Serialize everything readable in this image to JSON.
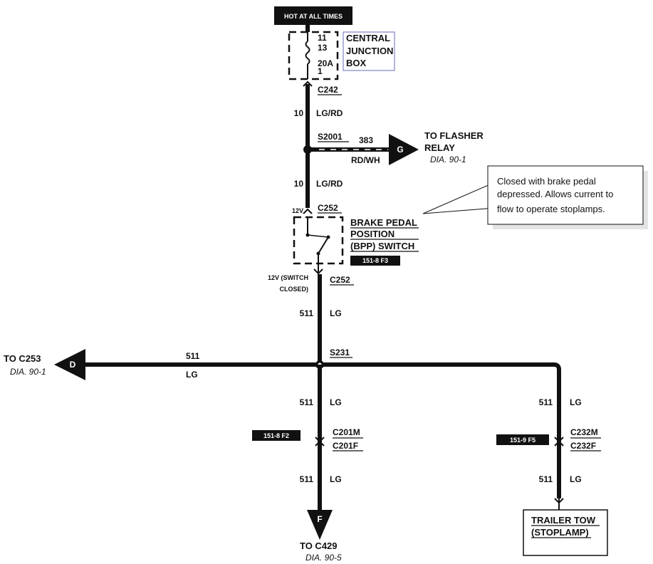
{
  "power": {
    "label": "HOT AT ALL TIMES"
  },
  "junction_box": {
    "pin_top": "11",
    "pin_13": "13",
    "fuse": "20A",
    "pin_1": "1",
    "name_line1": "CENTRAL",
    "name_line2": "JUNCTION",
    "name_line3": "BOX"
  },
  "wires": {
    "c242": "C242",
    "w1_num": "10",
    "w1_color": "LG/RD",
    "s2001": "S2001",
    "flasher_num": "383",
    "flasher_color": "RD/WH",
    "flasher_conn": "G",
    "flasher_to_line1": "TO FLASHER",
    "flasher_to_line2": "RELAY",
    "flasher_dia": "DIA.  90-1",
    "w2_num": "10",
    "w2_color": "LG/RD",
    "v12_top": "12V",
    "c252_top": "C252",
    "v12_switch_line1": "12V (SWITCH",
    "v12_switch_line2": "CLOSED)",
    "c252_bottom": "C252",
    "w3_num": "511",
    "w3_color": "LG",
    "s231": "S231",
    "left_num": "511",
    "left_color": "LG",
    "left_conn": "D",
    "left_to": "TO C253",
    "left_dia": "DIA.  90-1",
    "mid_num1": "511",
    "mid_color1": "LG",
    "mid_ref": "151-8 F2",
    "c201m": "C201M",
    "c201f": "C201F",
    "mid_num2": "511",
    "mid_color2": "LG",
    "mid_conn": "F",
    "mid_to": "TO C429",
    "mid_dia": "DIA.  90-5",
    "right_num1": "511",
    "right_color1": "LG",
    "right_ref": "151-9 F5",
    "c232m": "C232M",
    "c232f": "C232F",
    "right_num2": "511",
    "right_color2": "LG"
  },
  "switch": {
    "name_line1": "BRAKE PEDAL",
    "name_line2": "POSITION",
    "name_line3": "(BPP) SWITCH",
    "ref": "151-8 F3"
  },
  "callout": {
    "line1": "Closed with brake pedal",
    "line2": "depressed.  Allows current to",
    "line3": "flow to operate stoplamps."
  },
  "trailer": {
    "line1": "TRAILER TOW",
    "line2": "(STOPLAMP)"
  }
}
